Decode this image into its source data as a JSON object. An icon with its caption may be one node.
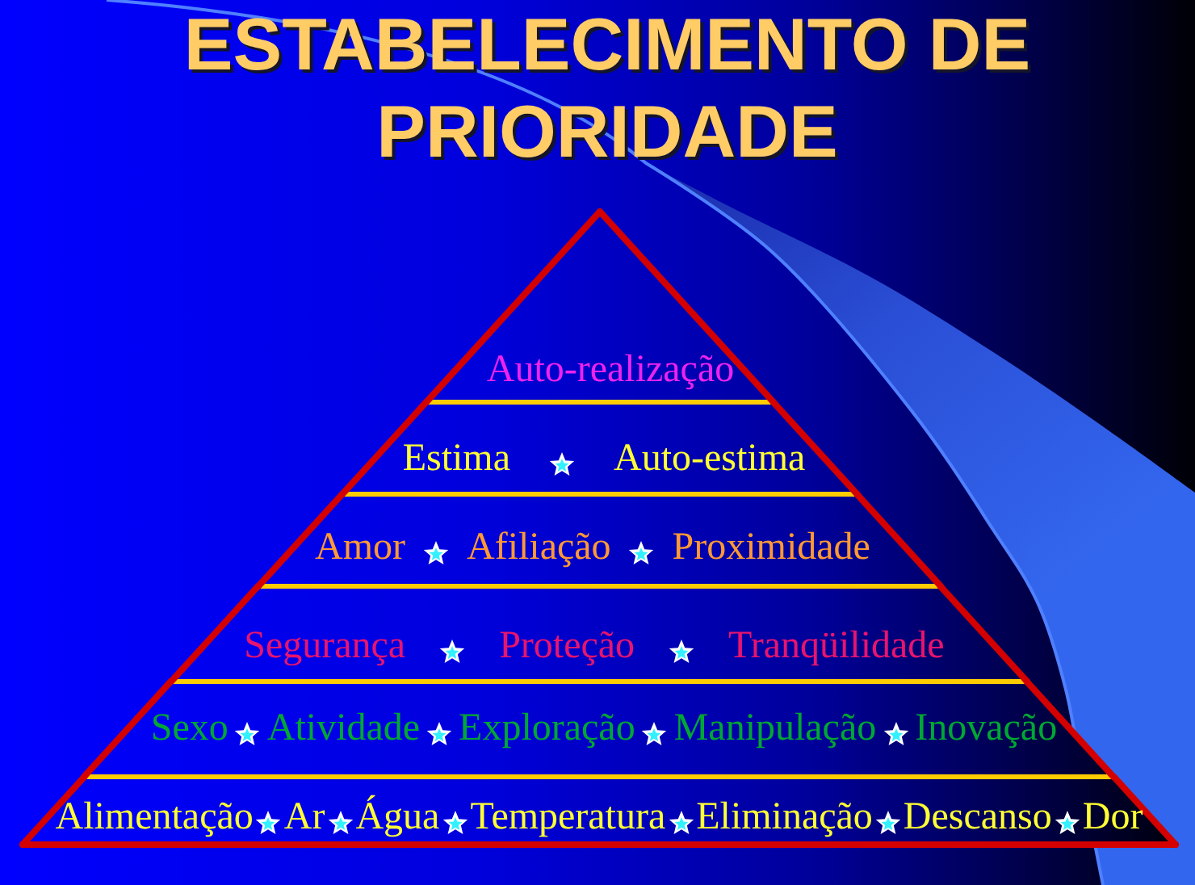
{
  "diagram": {
    "title": "ESTABELECIMENTO DE PRIORIDADE",
    "nodes": [
      {
        "text": [
          "Auto-realização"
        ]
      },
      {
        "text": [
          "Estima",
          "Auto-estima"
        ]
      },
      {
        "text": [
          "Amor",
          "Afiliação",
          "Proximidade"
        ]
      },
      {
        "text": [
          "Segurança",
          "Proteção",
          "Tranqüilidade"
        ]
      },
      {
        "text": [
          "Sexo",
          "Atividade",
          "Exploração",
          "Manipulação",
          "Inovação"
        ]
      },
      {
        "text": [
          "Alimentação",
          "Ar",
          "Água",
          "Temperatura",
          "Eliminação",
          "Descanso",
          "Dor"
        ]
      }
    ]
  }
}
